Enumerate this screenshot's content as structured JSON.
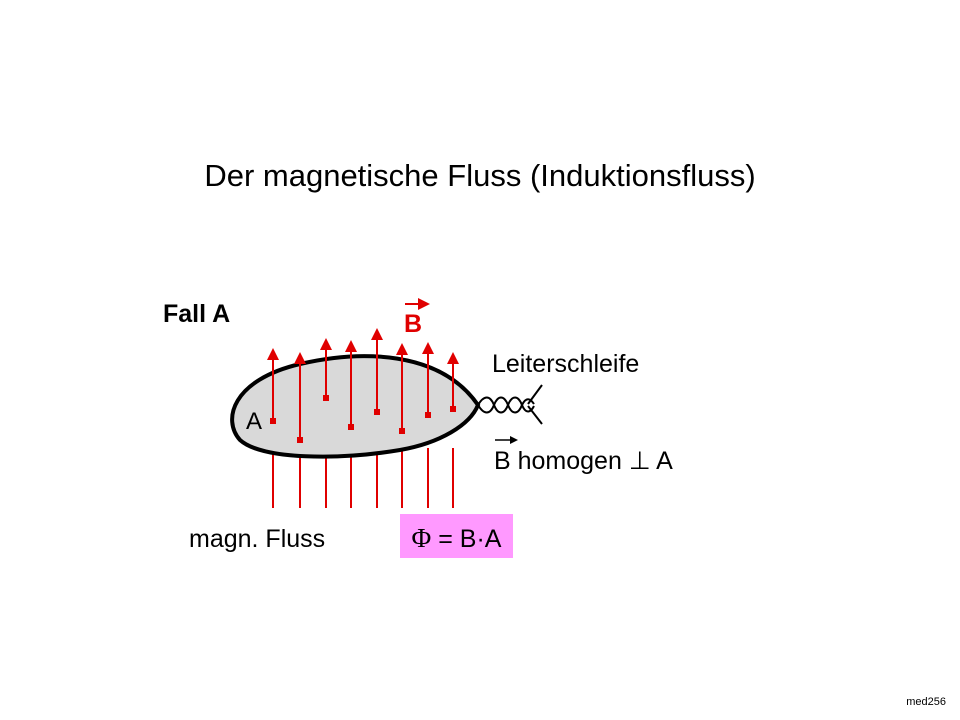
{
  "title": "Der magnetische Fluss (Induktionsfluss)",
  "labels": {
    "case": "Fall A",
    "field_vector": "B",
    "area": "A",
    "loop": "Leiterschleife",
    "field_condition": "B homogen ⊥ A",
    "flux_label": "magn. Fluss"
  },
  "formula": {
    "symbol": "Φ",
    "rest": "= B·A"
  },
  "slide_id": "med256",
  "colors": {
    "field": "#e00000",
    "loop_fill": "#d9d9d9",
    "formula_bg": "#ff99ff"
  }
}
